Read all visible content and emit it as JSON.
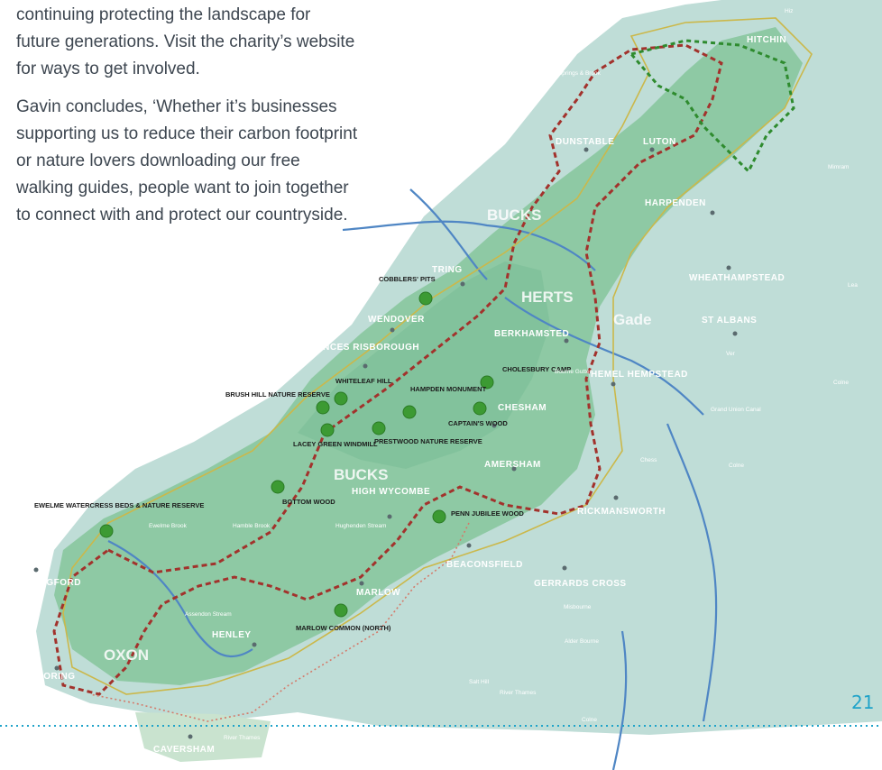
{
  "article": {
    "paragraph1": "continuing protecting the landscape for future generations. Visit the charity’s website for ways to get involved.",
    "paragraph2": "Gavin concludes, ‘Whether it’s businesses supporting us to reduce their carbon footprint or nature lovers downloading our free walking guides, people want to join together to connect with and protect our countryside."
  },
  "page_number": "21",
  "colors": {
    "accent": "#1fa3c9",
    "aonb_green": "#8cc8a8",
    "route_red": "#a2322c",
    "boundary_gold": "#cbb84a",
    "site_dot": "#3c9a33",
    "river": "#4f86c4"
  },
  "map": {
    "regions": [
      "BUCKS",
      "HERTS",
      "BUCKS",
      "OXON"
    ],
    "towns": [
      "HITCHIN",
      "DUNSTABLE",
      "LUTON",
      "HARPENDEN",
      "WHEATHAMPSTEAD",
      "TRING",
      "WENDOVER",
      "BERKHAMSTED",
      "ST ALBANS",
      "PRINCES RISBOROUGH",
      "HEMEL HEMPSTEAD",
      "CHESHAM",
      "AMERSHAM",
      "HIGH WYCOMBE",
      "RICKMANSWORTH",
      "BEACONSFIELD",
      "WALLINGFORD",
      "MARLOW",
      "GERRARDS CROSS",
      "GORING",
      "HENLEY",
      "CAVERSHAM"
    ],
    "sites": [
      "COBBLERS' PITS",
      "WHITELEAF HILL",
      "HAMPDEN MONUMENT",
      "CHOLESBURY CAMP",
      "BRUSH HILL NATURE RESERVE",
      "CAPTAIN'S WOOD",
      "PRESTWOOD NATURE RESERVE",
      "LACEY GREEN WINDMILL",
      "EWELME WATERCRESS BEDS & NATURE RESERVE",
      "BOTTOM WOOD",
      "PENN JUBILEE WOOD",
      "MARLOW COMMON (NORTH)"
    ],
    "waters": [
      "Hiz",
      "Barton Springs & Brook",
      "Mimram",
      "Lea",
      "Gade",
      "Ver",
      "Colne",
      "Bourne Gutter",
      "Grand Union Canal",
      "Chess",
      "Colne",
      "Ewelme Brook",
      "Hamble Brook",
      "Hughenden Stream",
      "River Thames",
      "Assendon Stream",
      "Misbourne",
      "Alder Bourne",
      "Salt Hill",
      "River Thames",
      "Colne",
      "River Thames"
    ]
  }
}
